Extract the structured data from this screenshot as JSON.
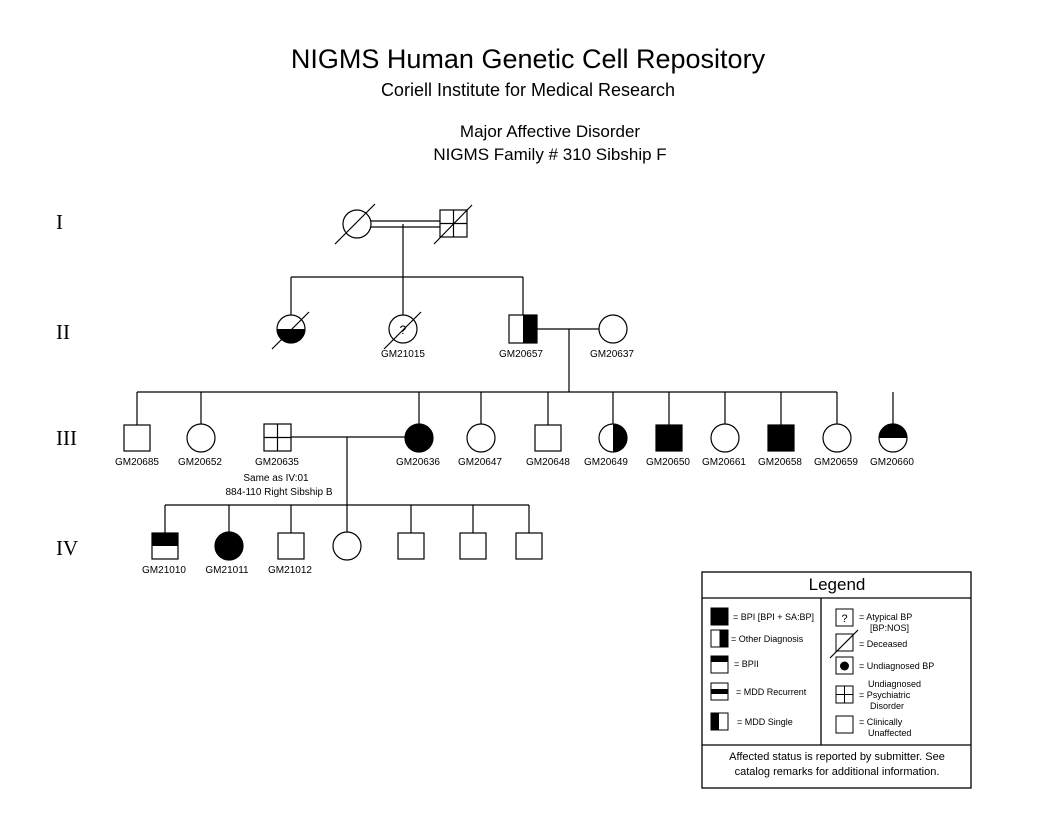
{
  "header": {
    "title": "NIGMS Human Genetic Cell Repository",
    "subtitle": "Coriell Institute for Medical Research",
    "disorder": "Major Affective Disorder",
    "family": "NIGMS Family # 310 Sibship F"
  },
  "generations": [
    "I",
    "II",
    "III",
    "IV"
  ],
  "ids": {
    "gm21015": "GM21015",
    "gm20657": "GM20657",
    "gm20637": "GM20637",
    "gm20685": "GM20685",
    "gm20652": "GM20652",
    "gm20635": "GM20635",
    "gm20636": "GM20636",
    "gm20647": "GM20647",
    "gm20648": "GM20648",
    "gm20649": "GM20649",
    "gm20650": "GM20650",
    "gm20661": "GM20661",
    "gm20658": "GM20658",
    "gm20659": "GM20659",
    "gm20660": "GM20660",
    "gm21010": "GM21010",
    "gm21011": "GM21011",
    "gm21012": "GM21012"
  },
  "notes": {
    "same_as": "Same as IV:01",
    "sibship_ref": "884-110 Right Sibship B"
  },
  "symbols": {
    "question_mark": "?"
  },
  "legend": {
    "title": "Legend",
    "bpi": "= BPI [BPI + SA:BP]",
    "other_diagnosis": "= Other Diagnosis",
    "bpii": "= BPII",
    "mdd_recurrent": "= MDD Recurrent",
    "mdd_single": "= MDD Single",
    "atypical_bp_line1": "=  Atypical BP",
    "atypical_bp_line2": "[BP:NOS]",
    "deceased": "= Deceased",
    "undiagnosed_bp": "= Undiagnosed BP",
    "undiagnosed_psych_line1": "Undiagnosed",
    "undiagnosed_psych_line2": "= Psychiatric",
    "undiagnosed_psych_line3": "Disorder",
    "clinically_unaffected_line1": "= Clinically",
    "clinically_unaffected_line2": "Unaffected",
    "note_line1": "Affected status is reported by submitter. See",
    "note_line2": "catalog remarks for additional information."
  },
  "colors": {
    "line": "#000000",
    "fill": "#000000",
    "background": "#ffffff"
  }
}
